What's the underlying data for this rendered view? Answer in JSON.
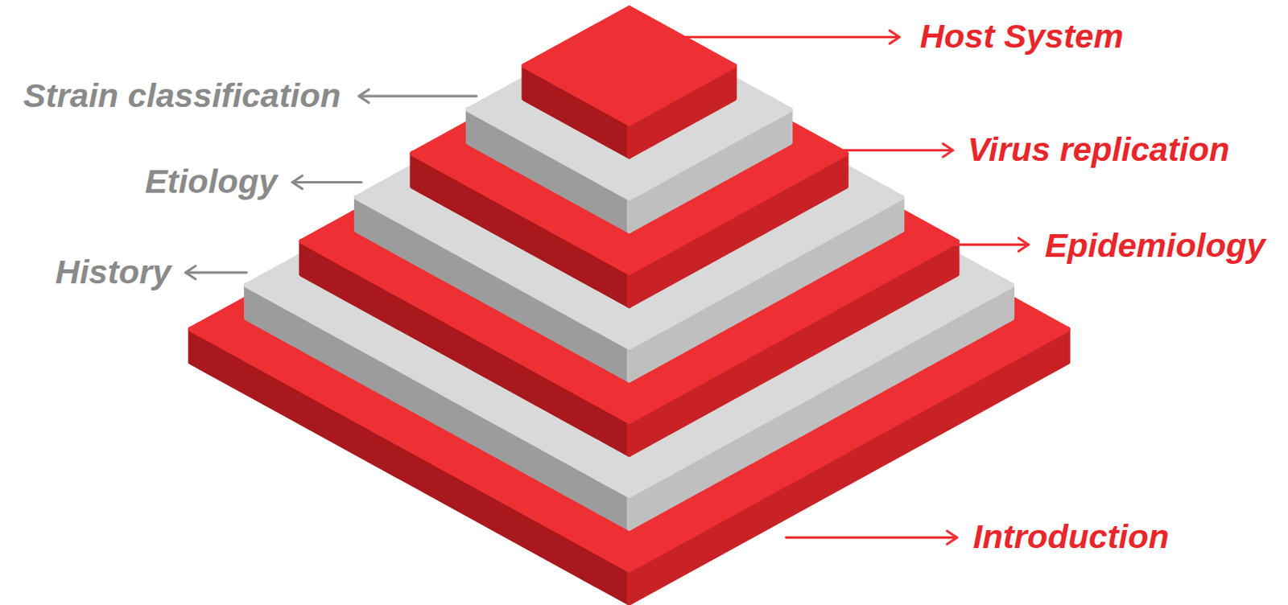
{
  "diagram": {
    "labels": [
      "Host System",
      "Strain classification",
      "Virus replication",
      "Etiology",
      "Epidemiology",
      "History",
      "Introduction"
    ]
  }
}
